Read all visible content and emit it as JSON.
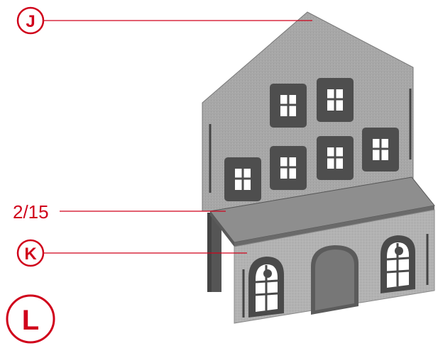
{
  "callouts": {
    "j": "J",
    "k": "K",
    "part_number": "2/15"
  },
  "step": {
    "label": "L"
  },
  "colors": {
    "accent": "#d0021b",
    "wall": "#a9a9a9",
    "roof_top": "#8c8c8c",
    "frame": "#4a4a4a"
  }
}
